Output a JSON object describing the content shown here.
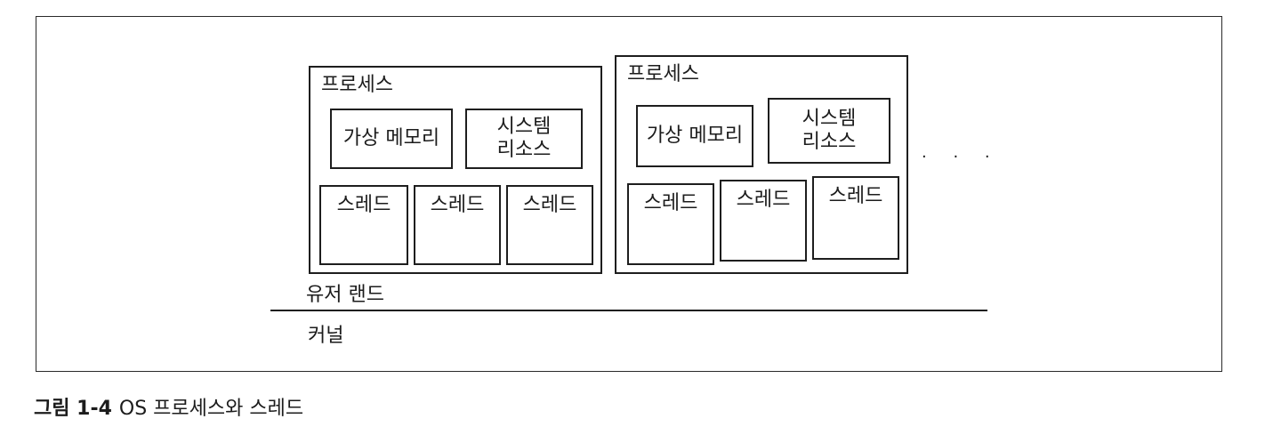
{
  "diagram": {
    "processes": [
      {
        "title": "프로세스",
        "virtual_memory": "가상 메모리",
        "system_resource": [
          "시스템",
          "리소스"
        ],
        "threads": [
          "스레드",
          "스레드",
          "스레드"
        ]
      },
      {
        "title": "프로세스",
        "virtual_memory": "가상 메모리",
        "system_resource": [
          "시스템",
          "리소스"
        ],
        "threads": [
          "스레드",
          "스레드",
          "스레드"
        ]
      }
    ],
    "ellipsis": "· · ·",
    "user_land_label": "유저 랜드",
    "kernel_label": "커널"
  },
  "caption": {
    "figure_number": "그림 1-4",
    "text": "OS 프로세스와 스레드"
  }
}
